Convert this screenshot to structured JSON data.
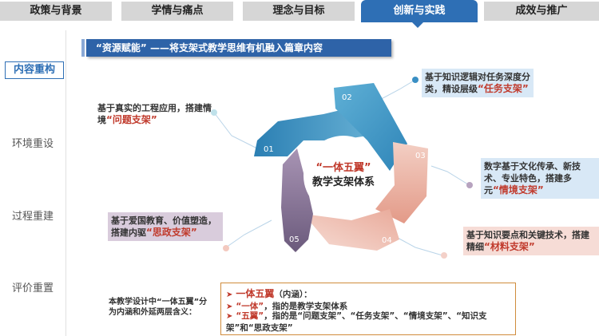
{
  "nav": {
    "tabs": [
      {
        "label": "政策与背景"
      },
      {
        "label": "学情与痛点"
      },
      {
        "label": "理念与目标"
      },
      {
        "label": "创新与实践"
      },
      {
        "label": "成效与推广"
      }
    ],
    "active_index": 3
  },
  "sidebar": {
    "items": [
      {
        "label": "内容重构"
      },
      {
        "label": "环境重设"
      },
      {
        "label": "过程重建"
      },
      {
        "label": "评价重置"
      }
    ],
    "active_index": 0
  },
  "banner": {
    "title": "“资源赋能” ——将支架式教学思维有机融入篇章内容"
  },
  "center": {
    "line1": "“一体五翼”",
    "line2": "教学支架体系"
  },
  "petals": [
    {
      "num": "01",
      "text": "基于真实的工程应用，搭建情境",
      "highlight": "“问题支架”"
    },
    {
      "num": "02",
      "text": "基于知识逻辑对任务深度分类，精设层级",
      "highlight": "“任务支架”"
    },
    {
      "num": "03",
      "text": "数字基于文化传承、新技术、专业特色，搭建多元",
      "highlight": "“情境支架”"
    },
    {
      "num": "04",
      "text": "基于知识要点和关键技术，搭建精细",
      "highlight": "“材料支架”"
    },
    {
      "num": "05",
      "text": "基于爱国教育、价值塑造，搭建内驱",
      "highlight": "“思政支架”"
    }
  ],
  "intro": {
    "text": "本教学设计中“一体五翼”分为内涵和外延两层含义："
  },
  "definition": {
    "title": "一体五翼",
    "title_suffix": "（内涵）：",
    "line1_key": "“一体”",
    "line1_text": "，指的是教学支架体系",
    "line2_key": "“五翼”",
    "line2_text": "，指的是“问题支架”、“任务支架”、“情境支架”、“知识支架”和“思政支架”"
  },
  "colors": {
    "accent": "#2e6fb5",
    "highlight": "#c0392b",
    "petal_teal": "#3a9cc7",
    "petal_pink": "#e8a897",
    "petal_purple": "#7d6b8a"
  }
}
